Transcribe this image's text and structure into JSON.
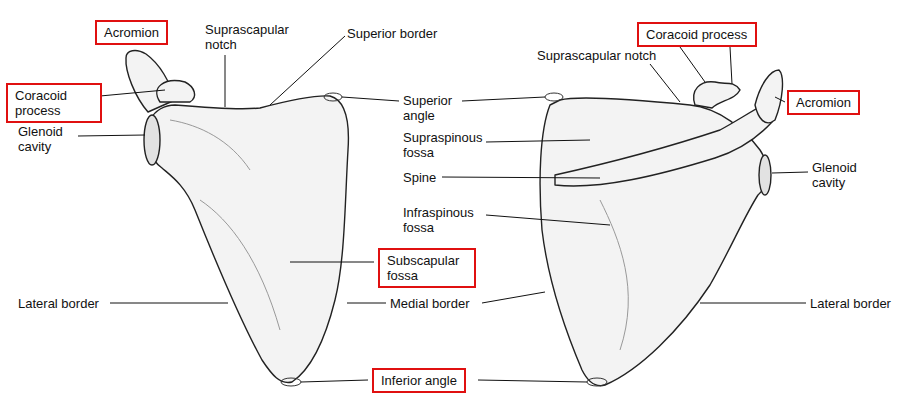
{
  "diagram": {
    "nodes": [
      {
        "text": [
          "Acromion"
        ]
      },
      {
        "text": [
          "Coracoid process"
        ]
      },
      {
        "text": [
          "Coracoid process"
        ]
      },
      {
        "text": [
          "Acromion"
        ]
      },
      {
        "text": [
          "Subscapular fossa"
        ]
      },
      {
        "text": [
          "Inferior angle"
        ]
      }
    ],
    "labels": [
      "Suprascapular notch",
      "Superior border",
      "Glenoid cavity",
      "Superior angle",
      "Supraspinous fossa",
      "Spine",
      "Infraspinous fossa",
      "Lateral border",
      "Medial border",
      "Suprascapular notch",
      "Glenoid cavity",
      "Lateral border"
    ]
  }
}
